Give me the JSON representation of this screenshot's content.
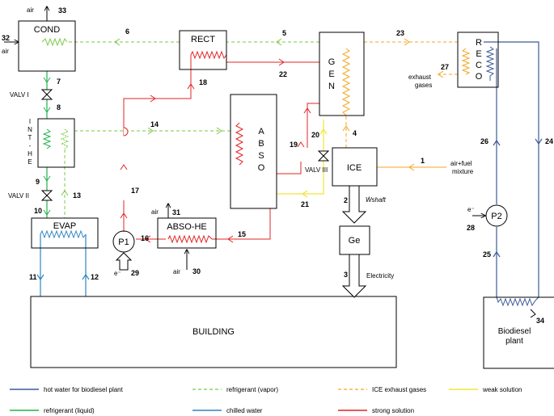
{
  "components": {
    "cond": "COND",
    "rect": "RECT",
    "gen_letters": [
      "G",
      "E",
      "N"
    ],
    "reco_letters": [
      "R",
      "E",
      "C",
      "O"
    ],
    "absorber_letters": [
      "A",
      "B",
      "S",
      "O"
    ],
    "inthe_letters": [
      "I",
      "N",
      "T",
      "-",
      "H",
      "E"
    ],
    "ice": "ICE",
    "evap": "EVAP",
    "abso_he": "ABSO-HE",
    "p1": "P1",
    "p2": "P2",
    "gen_elec": "Ge",
    "building": "BUILDING",
    "biodiesel_line1": "Biodiesel",
    "biodiesel_line2": "plant"
  },
  "valves": {
    "valve1": "VALV I",
    "valve2": "VALV II",
    "valve3": "VALV III"
  },
  "labels": {
    "air": "air",
    "exhaust_line1": "exhaust",
    "exhaust_line2": "gases",
    "airfuel_line1": "air+fuel",
    "airfuel_line2": "mixture",
    "electricity": "Electricity",
    "w_shaft": "Ẇshaft",
    "electron": "e⁻"
  },
  "streams": [
    "1",
    "2",
    "3",
    "4",
    "5",
    "6",
    "7",
    "8",
    "9",
    "10",
    "11",
    "12",
    "13",
    "14",
    "15",
    "16",
    "17",
    "18",
    "19",
    "20",
    "21",
    "22",
    "23",
    "24",
    "25",
    "26",
    "27",
    "28",
    "29",
    "30",
    "31",
    "32",
    "33",
    "34"
  ],
  "legend": [
    {
      "label": "hot water for biodiesel plant",
      "color": "#3d5a98",
      "style": "solid"
    },
    {
      "label": "refrigerant (vapor)",
      "color": "#7ac943",
      "style": "dashed"
    },
    {
      "label": "ICE exhaust gases",
      "color": "#f5a623",
      "style": "dashed"
    },
    {
      "label": "weak solution",
      "color": "#f3e536",
      "style": "solid"
    },
    {
      "label": "refrigerant (liquid)",
      "color": "#22b14c",
      "style": "solid"
    },
    {
      "label": "chilled water",
      "color": "#2e86c1",
      "style": "solid"
    },
    {
      "label": "strong solution",
      "color": "#e02424",
      "style": "solid"
    }
  ],
  "colors": {
    "hot_water": "#3d5a98",
    "vapor": "#7ac943",
    "exhaust": "#f5a623",
    "weak": "#f3e536",
    "liquid": "#22b14c",
    "chilled": "#2e86c1",
    "strong": "#e02424"
  }
}
